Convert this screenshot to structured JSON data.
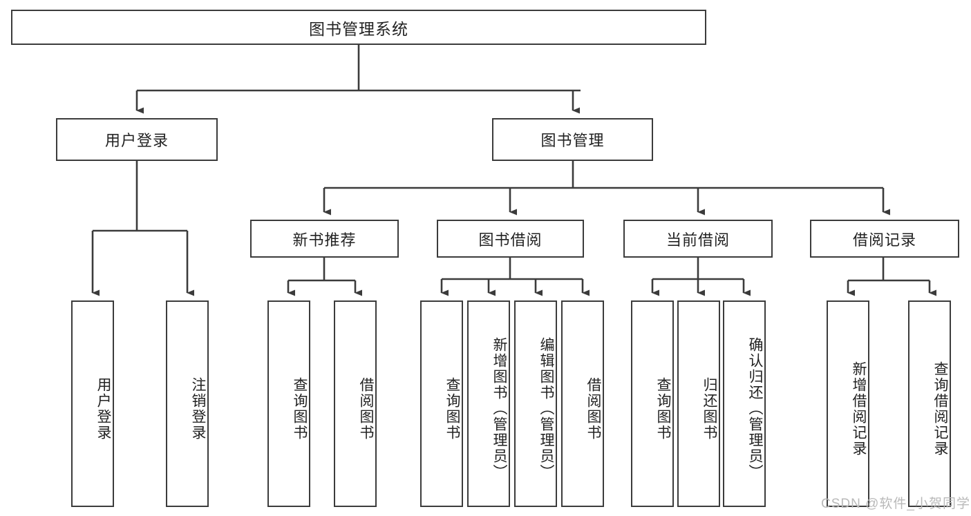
{
  "diagram": {
    "title": "图书管理系统",
    "type": "hierarchy-tree",
    "root": {
      "label": "图书管理系统"
    },
    "level2": [
      {
        "label": "用户登录"
      },
      {
        "label": "图书管理"
      }
    ],
    "level3": [
      {
        "label": "新书推荐"
      },
      {
        "label": "图书借阅"
      },
      {
        "label": "当前借阅"
      },
      {
        "label": "借阅记录"
      }
    ],
    "leaves": {
      "user_login": [
        {
          "label": "用户登录"
        },
        {
          "label": "注销登录"
        }
      ],
      "new_book_recommend": [
        {
          "label": "查询图书"
        },
        {
          "label": "借阅图书"
        }
      ],
      "book_borrow": [
        {
          "label": "查询图书"
        },
        {
          "label": "新增图书（管理员）"
        },
        {
          "label": "编辑图书（管理员）"
        },
        {
          "label": "借阅图书"
        }
      ],
      "current_borrow": [
        {
          "label": "查询图书"
        },
        {
          "label": "归还图书"
        },
        {
          "label": "确认归还（管理员）"
        }
      ],
      "borrow_record": [
        {
          "label": "新增借阅记录"
        },
        {
          "label": "查询借阅记录"
        }
      ]
    }
  },
  "watermark": {
    "text": "CSDN @软件_小贺同学"
  },
  "colors": {
    "border": "#3b3b3b",
    "background": "#ffffff",
    "text": "#222222",
    "watermark": "#b9b9b9"
  }
}
